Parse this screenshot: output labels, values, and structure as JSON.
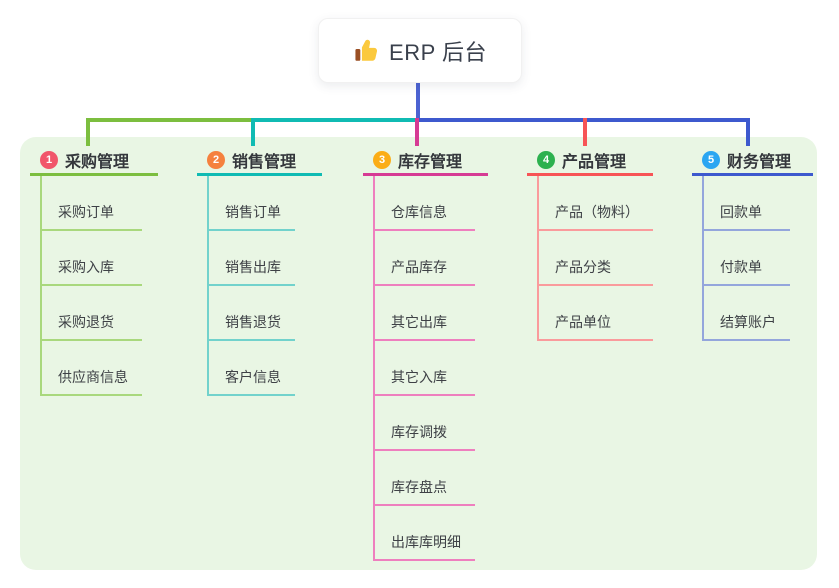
{
  "root": {
    "label": "ERP 后台",
    "icon": "thumbs-up-icon"
  },
  "branches": [
    {
      "badge": "1",
      "label": "采购管理",
      "color": "#7CBE3F",
      "light_color": "#A9D87D",
      "badge_color": "#F1566B",
      "items": [
        "采购订单",
        "采购入库",
        "采购退货",
        "供应商信息"
      ]
    },
    {
      "badge": "2",
      "label": "销售管理",
      "color": "#10BBB3",
      "light_color": "#72D2CC",
      "badge_color": "#F5813E",
      "items": [
        "销售订单",
        "销售出库",
        "销售退货",
        "客户信息"
      ]
    },
    {
      "badge": "3",
      "label": "库存管理",
      "color": "#D63B94",
      "light_color": "#EE7FBE",
      "badge_color": "#FBAD16",
      "items": [
        "仓库信息",
        "产品库存",
        "其它出库",
        "其它入库",
        "库存调拨",
        "库存盘点",
        "出库库明细"
      ]
    },
    {
      "badge": "4",
      "label": "产品管理",
      "color": "#F75456",
      "light_color": "#FA9B9C",
      "badge_color": "#2DB14F",
      "items": [
        "产品（物料）",
        "产品分类",
        "产品单位"
      ]
    },
    {
      "badge": "5",
      "label": "财务管理",
      "color": "#3D59CE",
      "light_color": "#94A6DC",
      "badge_color": "#2BA6F2",
      "items": [
        "回款单",
        "付款单",
        "结算账户"
      ]
    }
  ],
  "colors": {
    "panel_background": "#E9F6E4",
    "root_line": "#4C63D2",
    "title_text": "#34373C",
    "item_text": "#3E4146"
  }
}
